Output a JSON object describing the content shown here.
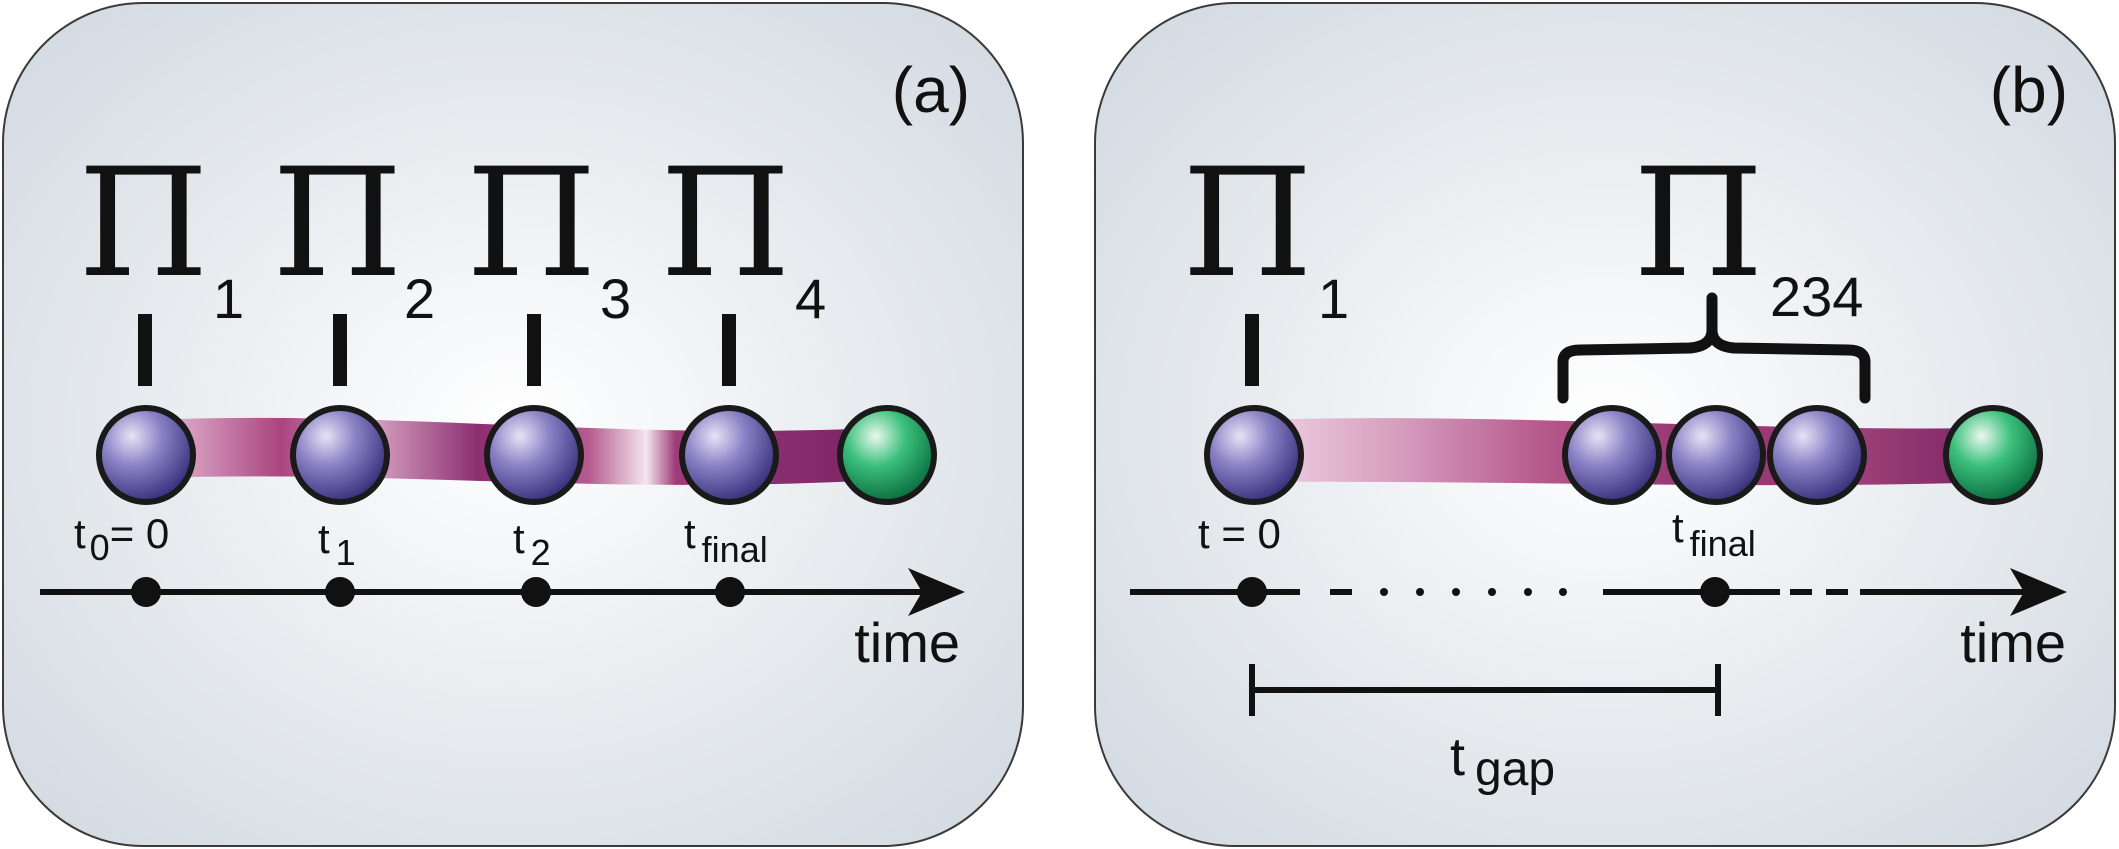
{
  "panel_a": {
    "label": "(a)",
    "pi_symbol": "Π",
    "measurements": [
      {
        "sub": "1",
        "time_label": "t",
        "time_sub": "0",
        "time_suffix": "= 0"
      },
      {
        "sub": "2",
        "time_label": "t",
        "time_sub": "1",
        "time_suffix": ""
      },
      {
        "sub": "3",
        "time_label": "t",
        "time_sub": "2",
        "time_suffix": ""
      },
      {
        "sub": "4",
        "time_label": "t",
        "time_sub": "final",
        "time_suffix": ""
      }
    ],
    "axis_label": "time"
  },
  "panel_b": {
    "label": "(b)",
    "pi_symbol": "Π",
    "first_sub": "1",
    "group_sub": "234",
    "t0_label": "t = 0",
    "tfinal_label": "t",
    "tfinal_sub": "final",
    "axis_label": "time",
    "gap_label": "t",
    "gap_sub": "gap"
  },
  "colors": {
    "panel_bg_center": "#ffffff",
    "panel_bg_edge": "#d4dbe2",
    "panel_border": "#3a3a3a",
    "photon_blue": "#5a509c",
    "photon_green": "#1e9a5a",
    "beam_dark": "#8c2e70",
    "beam_light": "#e9c4da",
    "ink": "#111111"
  }
}
